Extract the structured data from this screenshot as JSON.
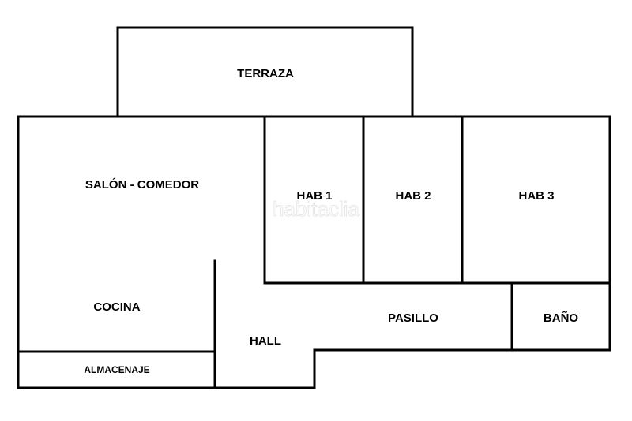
{
  "rooms": {
    "terraza": "TERRAZA",
    "salon_comedor": "SALÓN - COMEDOR",
    "hab1": "HAB 1",
    "hab2": "HAB 2",
    "hab3": "HAB 3",
    "cocina": "COCINA",
    "hall": "HALL",
    "pasillo": "PASILLO",
    "bano": "BAÑO",
    "almacenaje": "ALMACENAJE"
  },
  "watermark": "habitaclia",
  "colors": {
    "wall": "#000000",
    "background": "#ffffff",
    "watermark": "#e2e2e2"
  }
}
